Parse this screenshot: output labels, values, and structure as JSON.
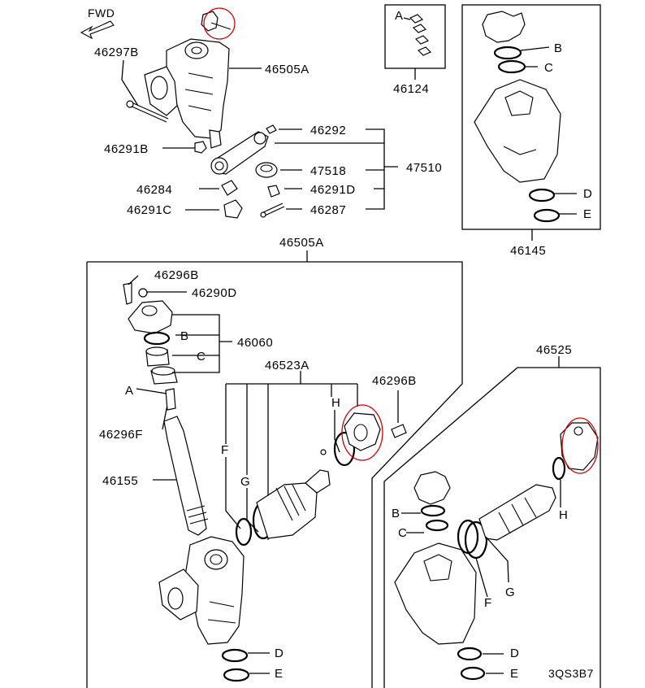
{
  "labels": {
    "fwd": "FWD",
    "p46297b": "46297B",
    "p46505a": "46505A",
    "p46291b": "46291B",
    "p46292": "46292",
    "p47518": "47518",
    "p47510": "47510",
    "p46284": "46284",
    "p46291d": "46291D",
    "p46291c": "46291C",
    "p46287": "46287",
    "p46124": "46124",
    "p46145": "46145",
    "p46296b": "46296B",
    "p46290d": "46290D",
    "p46060": "46060",
    "p46523a": "46523A",
    "p46296f": "46296F",
    "p46155": "46155",
    "p46525": "46525",
    "a": "A",
    "b": "B",
    "c": "C",
    "d": "D",
    "e": "E",
    "f": "F",
    "g": "G",
    "h": "H",
    "code": "3QS3B7"
  },
  "colors": {
    "line": "#000000",
    "highlight": "#d40000",
    "background": "#ffffff"
  }
}
